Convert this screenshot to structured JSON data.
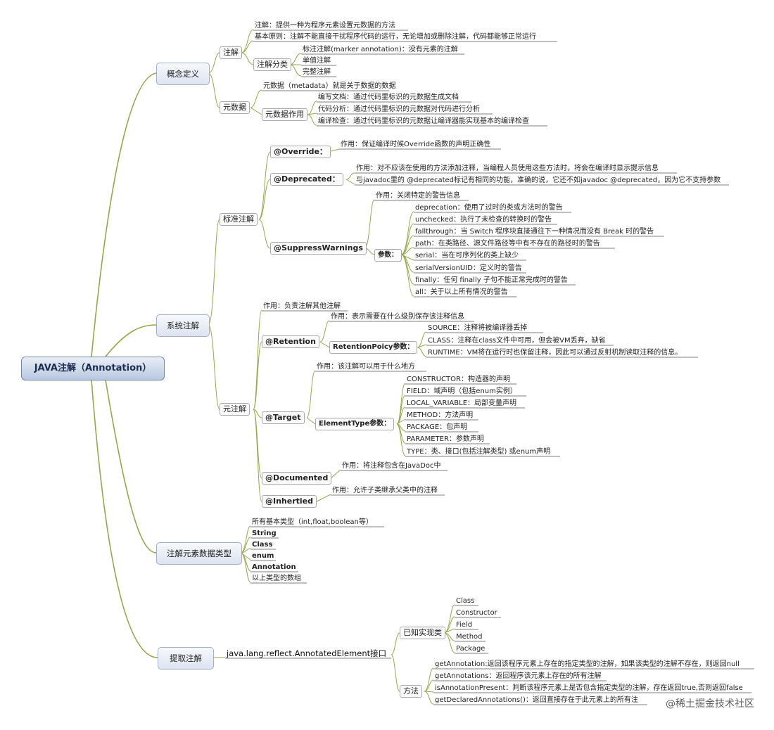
{
  "root": {
    "label": "JAVA注解（Annotation）"
  },
  "main_topics": {
    "concept": "概念定义",
    "system": "系统注解",
    "element_types": "注解元素数据类型",
    "extract": "提取注解"
  },
  "concept": {
    "annotation": {
      "label": "注解",
      "def": "注解：提供一种为程序元素设置元数据的方法",
      "principle": "基本原则：注解不能直接干扰程序代码的运行，无论增加或删除注解，代码都能够正常运行",
      "category": {
        "label": "注解分类",
        "items": [
          "标注注解(marker annotation)：没有元素的注解",
          "单值注解",
          "完整注解"
        ]
      }
    },
    "metadata": {
      "label": "元数据",
      "def": "元数据（metadata）就是关于数据的数据",
      "usage": {
        "label": "元数据作用",
        "items": [
          "编写文档：通过代码里标识的元数据生成文档",
          "代码分析：通过代码里标识的元数据对代码进行分析",
          "编译检查：通过代码里标识的元数据让编译器能实现基本的编译检查"
        ]
      }
    }
  },
  "system": {
    "standard": {
      "label": "标准注解",
      "override": {
        "label": "@Override：",
        "desc": "作用：保证编译时候Override函数的声明正确性"
      },
      "deprecated": {
        "label": "@Deprecated：",
        "desc1": "作用：对不应该在使用的方法添加注释，当编程人员使用这些方法时，将会在编译时显示提示信息",
        "desc2": "与javadoc里的 @deprecated标记有相同的功能，准确的说，它还不如javadoc  @deprecated，因为它不支持参数"
      },
      "suppress": {
        "label": "@SuppressWarnings",
        "desc": "作用：关闭特定的警告信息",
        "params_label": "参数：",
        "params": [
          "deprecation：使用了过时的类或方法时的警告",
          "unchecked：执行了未检查的转换时的警告",
          "fallthrough：当 Switch 程序块直接通往下一种情况而没有 Break 时的警告",
          "path：在类路径、源文件路径等中有不存在的路径时的警告",
          "serial：当在可序列化的类上缺少",
          "serialVersionUID：定义时的警告",
          "finally：任何 finally 子句不能正常完成时的警告",
          "all：关于以上所有情况的警告"
        ]
      }
    },
    "meta": {
      "label": "元注解",
      "desc": "作用：负责注解其他注解",
      "retention": {
        "label": "@Retention",
        "desc": "作用：表示需要在什么级别保存该注释信息",
        "policy_label": "RetentionPoicy参数：",
        "policies": [
          "SOURCE：注释将被编译器丢掉",
          "CLASS：注释在class文件中可用，但会被VM丢弃，缺省",
          "RUNTIME：VM将在运行时也保留注释，因此可以通过反射机制读取注释的信息。"
        ]
      },
      "target": {
        "label": "@Target",
        "desc": "作用：该注解可以用于什么地方",
        "type_label": "ElementType参数：",
        "types": [
          "CONSTRUCTOR：构造器的声明",
          "FIELD：域声明（包括enum实例）",
          "LOCAL_VARIABLE：局部变量声明",
          "METHOD：方法声明",
          "PACKAGE：包声明",
          "PARAMETER：参数声明",
          "TYPE：类、接口(包括注解类型) 或enum声明"
        ]
      },
      "documented": {
        "label": "@Documented",
        "desc": "作用：将注释包含在JavaDoc中"
      },
      "inherited": {
        "label": "@Inhertied",
        "desc": "作用：允许子类继承父类中的注释"
      }
    }
  },
  "element_types": {
    "items": [
      "所有基本类型（int,float,boolean等）",
      "String",
      "Class",
      "enum",
      "Annotation",
      "以上类型的数组"
    ]
  },
  "extract": {
    "interface": "java.lang.reflect.AnnotatedElement接口",
    "impl": {
      "label": "已知实现类",
      "items": [
        "Class",
        "Constructor",
        "Field",
        "Method",
        "Package"
      ]
    },
    "methods": {
      "label": "方法",
      "items": [
        "getAnnotation:返回该程序元素上存在的指定类型的注解，如果该类型的注解不存在，则返回null",
        "getAnnotations：返回程序该元素上存在的所有注解",
        "isAnnotationPresent：判断该程序元素上是否包含指定类型的注解，存在返回true,否则返回false",
        "getDeclaredAnnotations()：返回直接存在于此元素上的所有注"
      ]
    }
  },
  "watermark": "@稀土掘金技术社区",
  "colors": {
    "branch": "#9aa64a",
    "underline": "#555555"
  }
}
